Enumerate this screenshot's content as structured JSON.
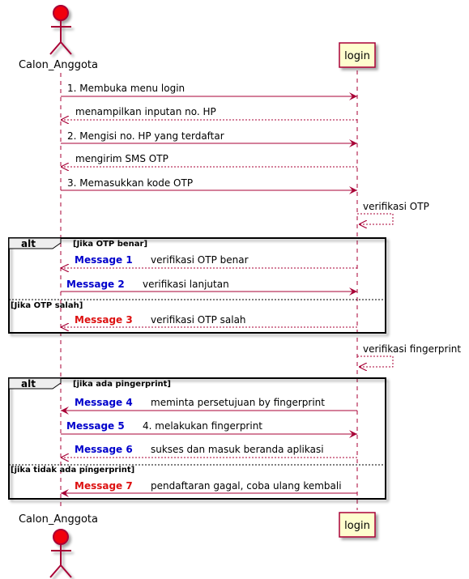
{
  "colors": {
    "line": "#A80036",
    "participant_fill": "#FEFECE",
    "actor_fill": "#F2000A",
    "blue_label": "#0000CC",
    "red_label": "#DD1111",
    "fragment_border": "#000000",
    "shadow": "#bdbdbd"
  },
  "actor": {
    "name": "Calon_Anggota",
    "icon": "actor-stick-figure-icon"
  },
  "participant": {
    "name": "login"
  },
  "messages": [
    {
      "text": "1. Membuka menu login"
    },
    {
      "text": "menampilkan inputan no. HP"
    },
    {
      "text": "2. Mengisi no. HP yang terdaftar"
    },
    {
      "text": "mengirim SMS OTP"
    },
    {
      "text": "3. Memasukkan kode OTP"
    },
    {
      "text": "verifikasi OTP"
    }
  ],
  "alt1": {
    "keyword": "alt",
    "guard1": "[Jika OTP benar]",
    "guard2": "[Jika OTP salah]",
    "messages": [
      {
        "label": "Message 1",
        "text": "verifikasi OTP benar"
      },
      {
        "label": "Message 2",
        "text": "verifikasi lanjutan"
      },
      {
        "label": "Message 3",
        "text": "verifikasi OTP salah"
      }
    ]
  },
  "self2": {
    "text": "verifikasi fingerprint"
  },
  "alt2": {
    "keyword": "alt",
    "guard1": "[jika ada pingerprint]",
    "guard2": "[jika tidak ada pingerprint]",
    "messages": [
      {
        "label": "Message 4",
        "text": "meminta persetujuan by fingerprint"
      },
      {
        "label": "Message 5",
        "text": "4. melakukan fingerprint"
      },
      {
        "label": "Message 6",
        "text": "sukses dan masuk beranda aplikasi"
      },
      {
        "label": "Message 7",
        "text": "pendaftaran gagal, coba ulang kembali"
      }
    ]
  }
}
